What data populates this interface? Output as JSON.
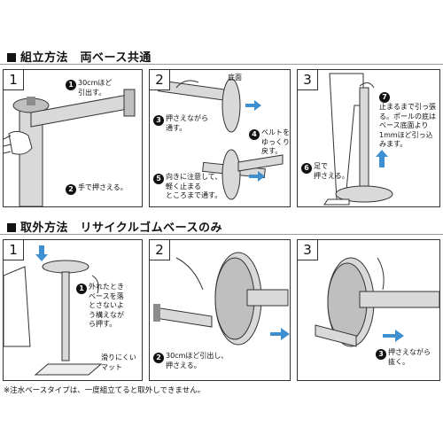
{
  "section1": {
    "title": "組立方法　両ベース共通",
    "panels": [
      {
        "number": "1",
        "notes": [
          {
            "badge": "1",
            "text": "30cmほど\n引出す。"
          },
          {
            "badge": "2",
            "text": "手で押さえる。"
          }
        ]
      },
      {
        "number": "2",
        "notes": [
          {
            "badge": "",
            "text": "底面"
          },
          {
            "badge": "3",
            "text": "押さえながら\n通す。"
          },
          {
            "badge": "4",
            "text": "ベルトを\nゆっくり\n戻す。"
          },
          {
            "badge": "5",
            "text": "向きに注意して、\n軽く止まる\nところまで通す。"
          }
        ]
      },
      {
        "number": "3",
        "notes": [
          {
            "badge": "7",
            "text": "止まるまで引っ張\nる。ポールの底は\nベース底面より\n1mmほど引っ込\nみます。"
          },
          {
            "badge": "6",
            "text": "足で\n押さえる。"
          }
        ]
      }
    ]
  },
  "section2": {
    "title": "取外方法　リサイクルゴムベースのみ",
    "panels": [
      {
        "number": "1",
        "notes": [
          {
            "badge": "1",
            "text": "外れたとき\nベースを落\nとさないよ\nう構えなが\nら押す。"
          },
          {
            "badge": "",
            "text": "滑りにくい\nマット"
          }
        ]
      },
      {
        "number": "2",
        "notes": [
          {
            "badge": "2",
            "text": "30cmほど引出し、\n押さえる。"
          }
        ]
      },
      {
        "number": "3",
        "notes": [
          {
            "badge": "3",
            "text": "押さえながら\n抜く。"
          }
        ]
      }
    ]
  },
  "footnote": "※注水ベースタイプは、一度組立てると取外しできません。",
  "colors": {
    "arrow": "#3d8fd0",
    "line": "#333333",
    "fill": "#d9d9d9",
    "dark": "#8c8c8c"
  }
}
